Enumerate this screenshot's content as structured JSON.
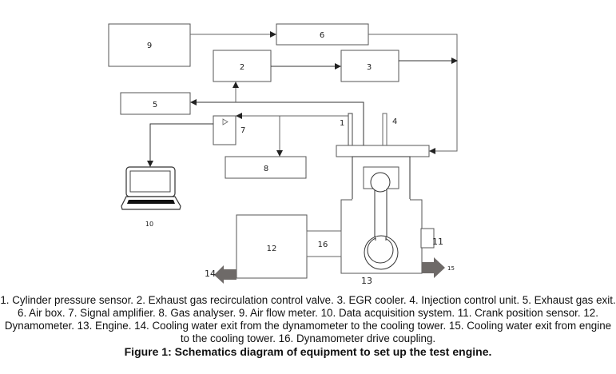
{
  "diagram": {
    "labels": {
      "b1": "1",
      "b2": "2",
      "b3": "3",
      "b4": "4",
      "b5": "5",
      "b6": "6",
      "b7": "7",
      "b8": "8",
      "b9": "9",
      "b10": "10",
      "b11": "11",
      "b12": "12",
      "b13": "13",
      "b14": "14",
      "b15": "15",
      "b16": "16"
    },
    "colors": {
      "arrow_fill": "#6e6a68",
      "label_10": "#8b2a2a"
    }
  },
  "caption": {
    "legend": "1. Cylinder pressure sensor. 2. Exhaust gas recirculation control valve. 3. EGR cooler. 4. Injection control unit. 5. Exhaust gas exit. 6. Air box. 7. Signal amplifier. 8. Gas analyser. 9. Air flow meter. 10. Data acquisition system. 11. Crank position sensor. 12. Dynamometer. 13. Engine. 14. Cooling water exit from the dynamometer to the cooling tower. 15. Cooling water exit from engine to the cooling tower. 16. Dynamometer drive coupling.",
    "title": "Figure 1: Schematics diagram of equipment to set up the test engine."
  }
}
